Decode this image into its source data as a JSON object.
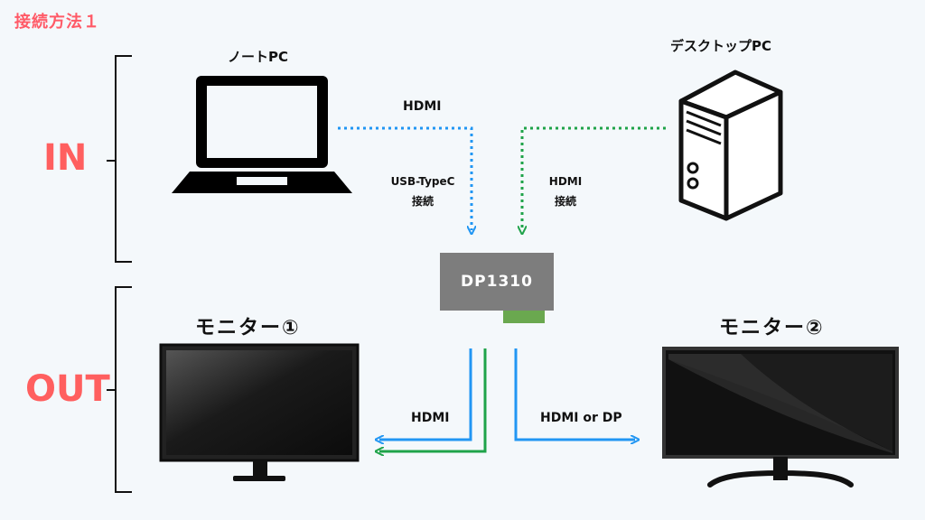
{
  "title": "接続方法１",
  "sections": {
    "in": "IN",
    "out": "OUT"
  },
  "devices": {
    "laptop": {
      "label": "ノートPC",
      "icon": "laptop-icon"
    },
    "desktop": {
      "label": "デスクトップPC",
      "icon": "desktop-tower-icon"
    },
    "hub": {
      "label": "DP1310"
    },
    "monitor1": {
      "label": "モニター①",
      "icon": "monitor-icon"
    },
    "monitor2": {
      "label": "モニター②",
      "icon": "monitor-icon"
    }
  },
  "connections": {
    "laptop_top": "HDMI",
    "laptop_side_1": "USB-TypeC",
    "laptop_side_2": "接続",
    "desktop_1": "HDMI",
    "desktop_2": "接続",
    "monitor1": "HDMI",
    "monitor2": "HDMI or DP"
  },
  "colors": {
    "accent": "#ff5f5f",
    "laptop_line": "#2196f3",
    "desktop_line": "#1fa34a",
    "hub": "#7d7d7d",
    "hub_tab": "#6aa84f"
  }
}
